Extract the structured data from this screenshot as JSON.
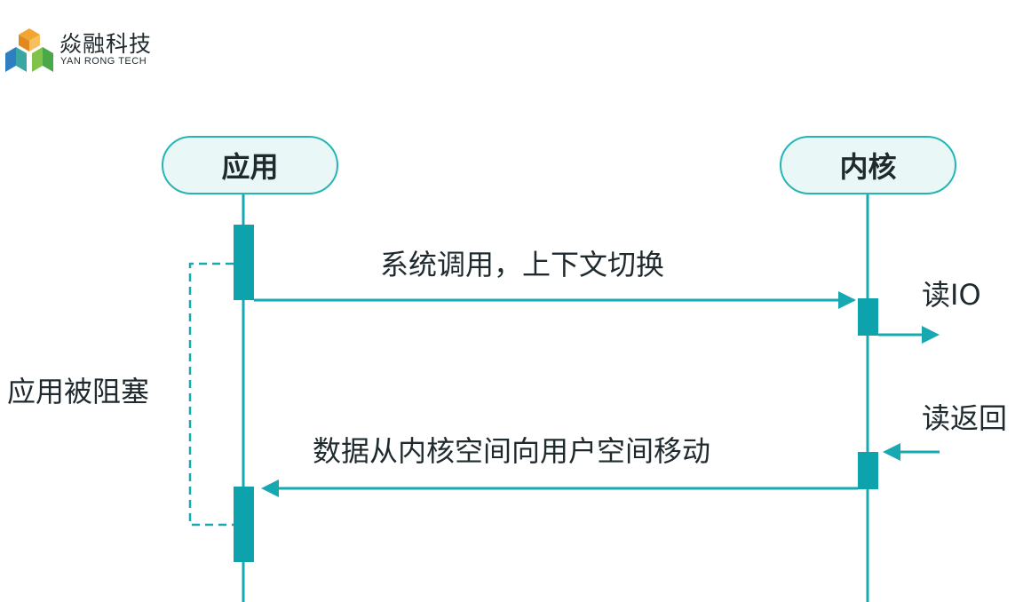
{
  "brand": {
    "name": "焱融科技",
    "subtitle": "YAN RONG TECH",
    "logo_colors": [
      "#f2a531",
      "#2e7fc1",
      "#3aa8a0",
      "#7fc34a"
    ]
  },
  "actors": {
    "app": "应用",
    "kernel": "内核"
  },
  "messages": {
    "syscall": "系统调用，上下文切换",
    "read_io": "读IO",
    "read_return": "读返回",
    "copy_to_user": "数据从内核空间向用户空间移动"
  },
  "annotations": {
    "blocked": "应用被阻塞"
  },
  "colors": {
    "line": "#17a9b2",
    "activation": "#0ea2ac",
    "actor_border": "#25b5b5",
    "actor_fill": "#e9f7f6",
    "text": "#1f2a2e"
  }
}
